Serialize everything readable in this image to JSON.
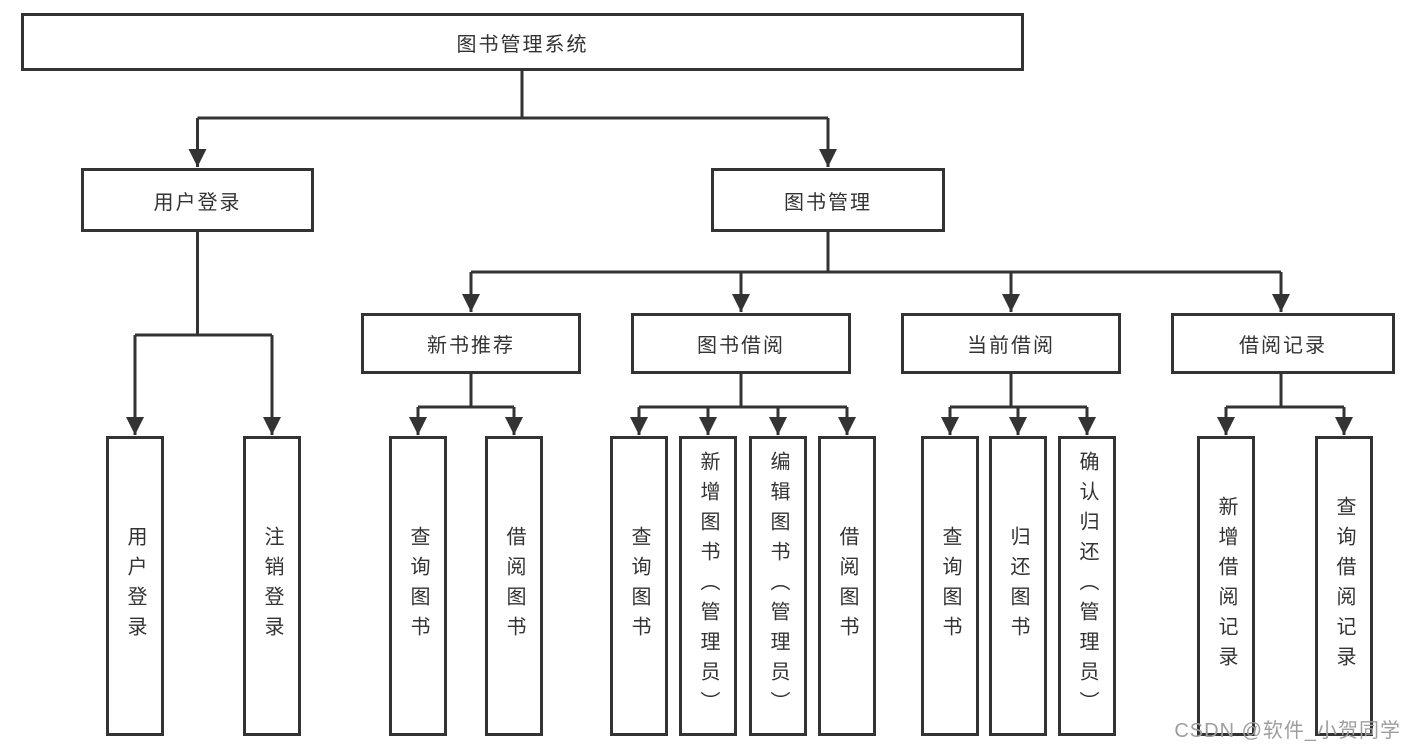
{
  "diagram": {
    "type": "tree",
    "colors": {
      "line": "#333333",
      "box_border": "#333333",
      "text": "#333333",
      "background": "#ffffff",
      "watermark": "#9e9e9e"
    }
  },
  "tree": {
    "label": "图书管理系统",
    "children": [
      {
        "label": "用户登录",
        "children": [
          {
            "label": "用户登录"
          },
          {
            "label": "注销登录"
          }
        ]
      },
      {
        "label": "图书管理",
        "children": [
          {
            "label": "新书推荐",
            "children": [
              {
                "label": "查询图书"
              },
              {
                "label": "借阅图书"
              }
            ]
          },
          {
            "label": "图书借阅",
            "children": [
              {
                "label": "查询图书"
              },
              {
                "label": "新增图书（管理员）"
              },
              {
                "label": "编辑图书（管理员）"
              },
              {
                "label": "借阅图书"
              }
            ]
          },
          {
            "label": "当前借阅",
            "children": [
              {
                "label": "查询图书"
              },
              {
                "label": "归还图书"
              },
              {
                "label": "确认归还（管理员）"
              }
            ]
          },
          {
            "label": "借阅记录",
            "children": [
              {
                "label": "新增借阅记录"
              },
              {
                "label": "查询借阅记录"
              }
            ]
          }
        ]
      }
    ]
  },
  "watermark": {
    "text": "CSDN @软件_小贺同学"
  }
}
